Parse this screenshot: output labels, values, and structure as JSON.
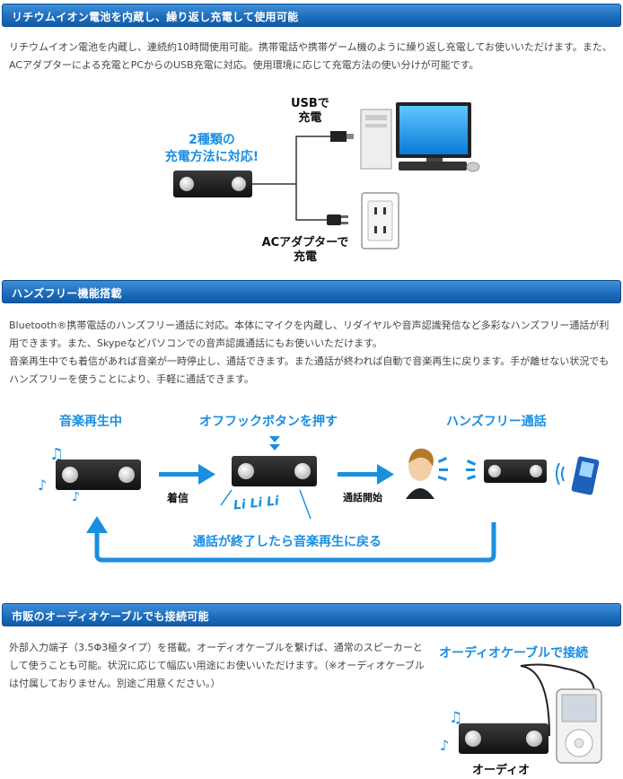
{
  "sections": [
    {
      "title": "リチウムイオン電池を内蔵し、繰り返し充電して使用可能"
    },
    {
      "title": "ハンズフリー機能搭載"
    },
    {
      "title": "市販のオーディオケーブルでも接続可能"
    }
  ],
  "battery": {
    "text": "リチウムイオン電池を内蔵し、連続約10時間使用可能。携帯電話や携帯ゲーム機のように繰り返し充電してお使いいただけます。また、ACアダプターによる充電とPCからのUSB充電に対応。使用環境に応じて充電方法の使い分けが可能です。",
    "callout": [
      "2種類の",
      "充電方法に対応!"
    ],
    "usb_label": [
      "USBで",
      "充電"
    ],
    "ac_label": [
      "ACアダプターで",
      "充電"
    ]
  },
  "handsfree": {
    "text1": "Bluetooth®携帯電話のハンズフリー通話に対応。本体にマイクを内蔵し、リダイヤルや音声認識発信など多彩なハンズフリー通話が利用できます。また、Skypeなどパソコンでの音声認識通話にもお使いいただけます。",
    "text2": "音楽再生中でも着信があれば音楽が一時停止し、通話できます。また通話が終われば自動で音楽再生に戻ります。手が離せない状況でもハンズフリーを使うことにより、手軽に通話できます。",
    "step1": "音楽再生中",
    "step2": "オフフックボタンを押す",
    "step3": "ハンズフリー通話",
    "arrow1": "着信",
    "ring": "Li Li Li",
    "arrow2": "通話開始",
    "return_label": "通話が終了したら音楽再生に戻る"
  },
  "audio": {
    "text": "外部入力端子（3.5Φ3極タイプ）を搭載。オーディオケーブルを繋げば、通常のスピーカーとして使うことも可能。状況に応じて幅広い用途にお使いいただけます。（※オーディオケーブルは付属しておりません。別途ご用意ください。）",
    "title": "オーディオケーブルで接続",
    "bottom_label": "オーディオ"
  },
  "colors": {
    "accent": "#1a8fe0",
    "header": "#1f6fbe"
  }
}
